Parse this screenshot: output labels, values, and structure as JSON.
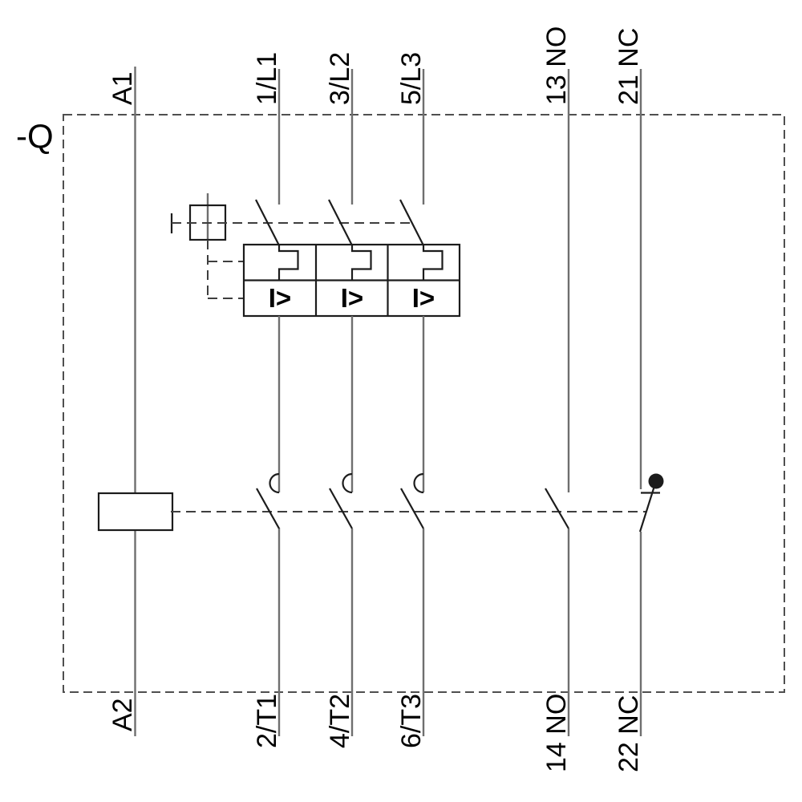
{
  "device": {
    "label": "-Q"
  },
  "terminals": {
    "top": [
      {
        "label": "A1"
      },
      {
        "label": "1/L1"
      },
      {
        "label": "3/L2"
      },
      {
        "label": "5/L3"
      },
      {
        "label": "13 NO"
      },
      {
        "label": "21 NC"
      }
    ],
    "bottom": [
      {
        "label": "A2"
      },
      {
        "label": "2/T1"
      },
      {
        "label": "4/T2"
      },
      {
        "label": "6/T3"
      },
      {
        "label": "14 NO"
      },
      {
        "label": "22 NC"
      }
    ]
  },
  "trip_unit": {
    "overcurrent_marks": [
      "I>",
      "I>",
      "I>"
    ]
  },
  "components": {
    "enclosure": "dashed-outline",
    "manual_operator": "square-actuator",
    "trip_unit": "latch-and-overcurrent-release-3-pole",
    "main_contacts": "3-pole-breaker-contacts",
    "aux_contact_no": "normally-open-contact",
    "aux_contact_nc": "normally-closed-contact",
    "coil": "undervoltage-coil-box"
  },
  "colors": {
    "background": "#ffffff",
    "stroke": "#1c1c1c",
    "line": "#6f6f6f",
    "dashed": "#3e3e3e",
    "border": "#4f4f4f",
    "text": "#000000"
  }
}
